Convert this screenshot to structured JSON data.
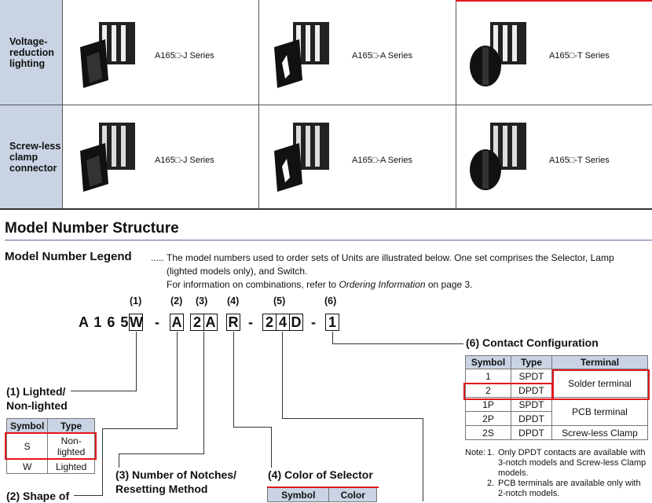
{
  "product_table": {
    "rows": [
      {
        "label": "Voltage-reduction lighting",
        "series": [
          "A165□-J Series",
          "A165□-A Series",
          "A165□-T Series"
        ]
      },
      {
        "label": "Screw-less clamp connector",
        "series": [
          "A165□-J Series",
          "A165□-A Series",
          "A165□-T Series"
        ]
      }
    ]
  },
  "section_title": "Model Number Structure",
  "legend": {
    "title": "Model Number Legend",
    "dots": ".....",
    "line1": "The model numbers used to order sets of Units are illustrated below. One set comprises the Selector, Lamp",
    "line2": "(lighted models only), and Switch.",
    "line3_pre": "For information on combinations, refer to ",
    "line3_italic": "Ordering Information",
    "line3_post": " on page 3."
  },
  "model_code": {
    "nums": [
      "(1)",
      "(2)",
      "(3)",
      "(4)",
      "(5)",
      "(6)"
    ],
    "prefix": "A 1 6 5",
    "dash": "-",
    "fields": [
      "W",
      "A",
      "2",
      "A",
      "R",
      "2",
      "4",
      "D",
      "1"
    ]
  },
  "lighted": {
    "title_line1": "(1) Lighted/",
    "title_line2": "Non-lighted",
    "headers": [
      "Symbol",
      "Type"
    ],
    "rows": [
      [
        "S",
        "Non-lighted"
      ],
      [
        "W",
        "Lighted"
      ]
    ]
  },
  "shape": {
    "title": "(2) Shape of"
  },
  "notches": {
    "title_line1": "(3) Number of Notches/",
    "title_line2": "Resetting Method"
  },
  "color_sel": {
    "title": "(4) Color of Selector",
    "headers": [
      "Symbol",
      "Color"
    ]
  },
  "contact": {
    "title": "(6) Contact Configuration",
    "headers": [
      "Symbol",
      "Type",
      "Terminal"
    ],
    "rows": [
      {
        "symbol": "1",
        "type": "SPDT"
      },
      {
        "symbol": "2",
        "type": "DPDT"
      },
      {
        "symbol": "1P",
        "type": "SPDT"
      },
      {
        "symbol": "2P",
        "type": "DPDT"
      },
      {
        "symbol": "2S",
        "type": "DPDT"
      }
    ],
    "terminals": [
      "Solder terminal",
      "PCB terminal",
      "Screw-less Clamp"
    ],
    "note_prefix": "Note:",
    "note1_num": "1.",
    "note1": "Only DPDT contacts are available with 3-notch models and Screw-less Clamp models.",
    "note2_num": "2.",
    "note2": "PCB terminals are available only with 2-notch models."
  },
  "colors": {
    "accent_red": "#e4171c",
    "header_blue": "#c9d3e4",
    "rule_purple": "#7b5aa3"
  }
}
